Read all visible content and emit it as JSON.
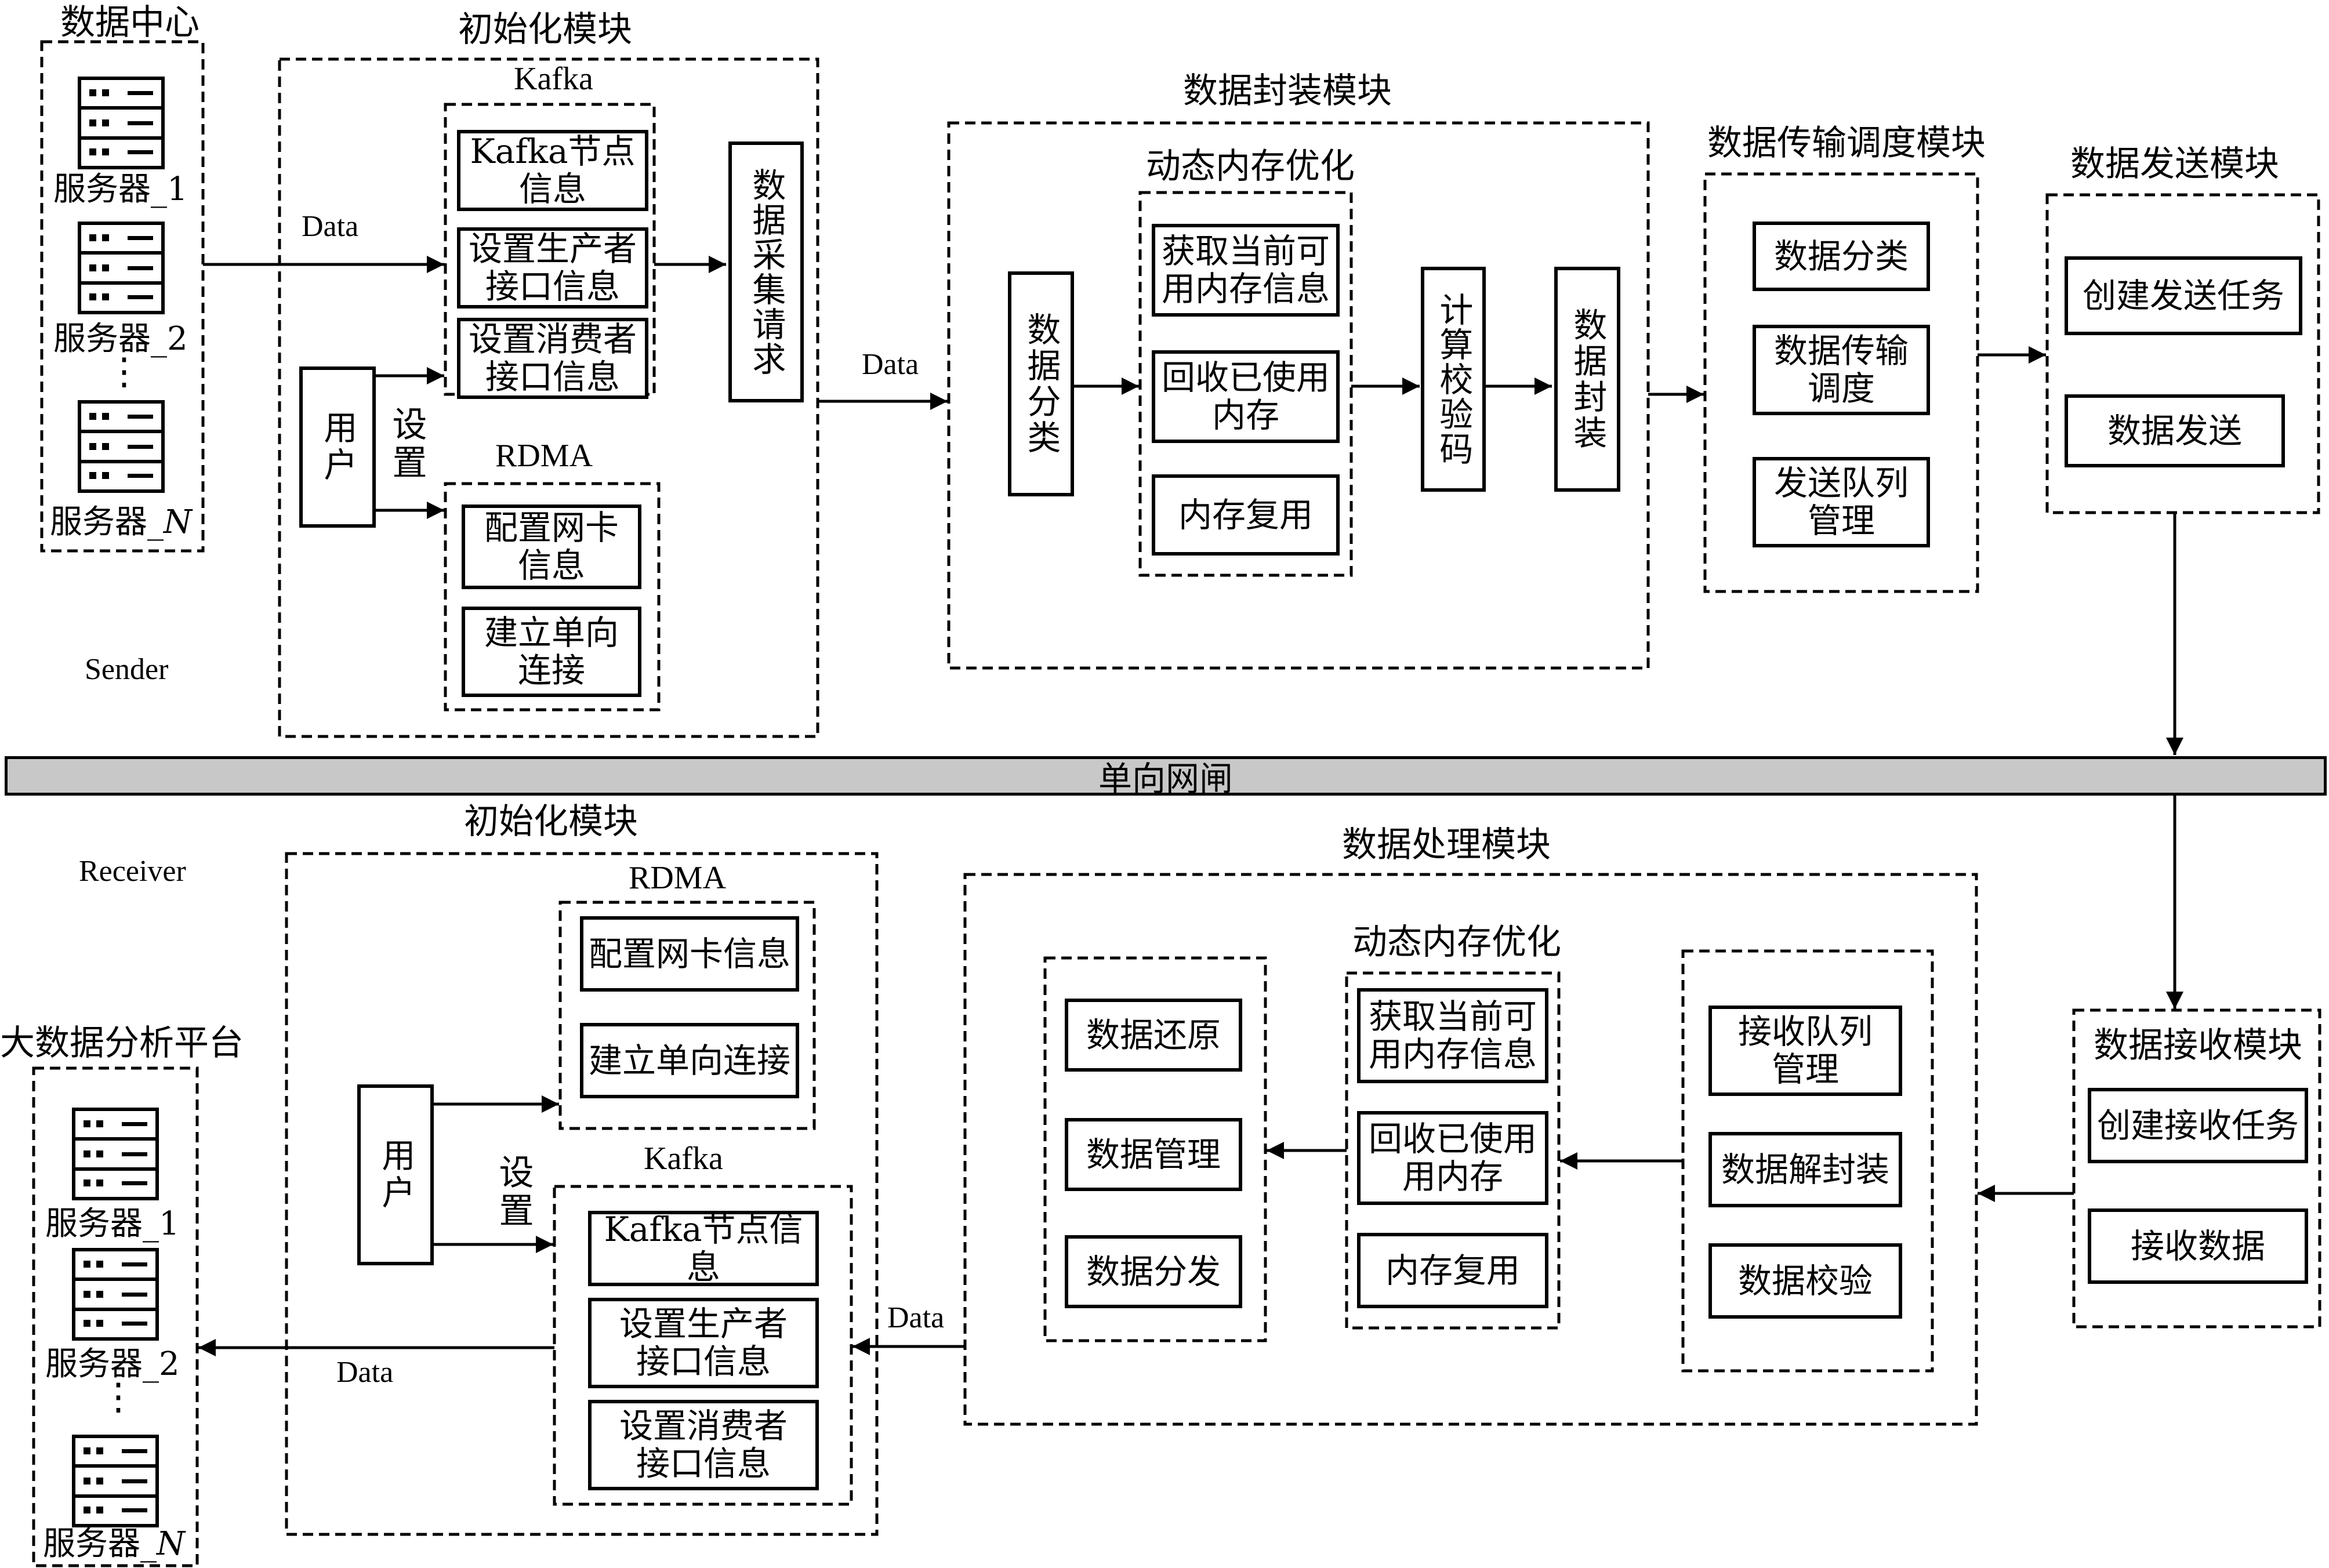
{
  "sender": {
    "label": "Sender",
    "data_center": {
      "title": "数据中心",
      "servers": [
        "服务器_1",
        "服务器_2",
        "服务器_"
      ],
      "server_n_suffix": "N",
      "ellipsis": "⋮"
    },
    "init_module": {
      "title": "初始化模块",
      "kafka": {
        "title": "Kafka",
        "items": [
          "Kafka节点\n信息",
          "设置生产者\n接口信息",
          "设置消费者\n接口信息"
        ]
      },
      "rdma": {
        "title": "RDMA",
        "items": [
          "配置网卡\n信息",
          "建立单向\n连接"
        ]
      },
      "user": "用户",
      "set_label": "设置",
      "collect_request": "数据采集请求"
    },
    "data_label_in": "Data",
    "data_label_out": "Data",
    "encap_module": {
      "title": "数据封装模块",
      "classify": "数据分类",
      "mem_opt": {
        "title": "动态内存优化",
        "items": [
          "获取当前可\n用内存信息",
          "回收已使用\n内存",
          "内存复用"
        ]
      },
      "checksum": "计算校验码",
      "encapsulate": "数据封装"
    },
    "schedule_module": {
      "title": "数据传输调度模块",
      "items": [
        "数据分类",
        "数据传输\n调度",
        "发送队列\n管理"
      ]
    },
    "send_module": {
      "title": "数据发送模块",
      "items": [
        "创建发送任务",
        "数据发送"
      ]
    }
  },
  "gateway": "单向网闸",
  "receiver": {
    "label": "Receiver",
    "platform": {
      "title": "大数据分析平台",
      "servers": [
        "服务器_1",
        "服务器_2",
        "服务器_"
      ],
      "server_n_suffix": "N",
      "ellipsis": "⋮"
    },
    "init_module": {
      "title": "初始化模块",
      "rdma": {
        "title": "RDMA",
        "items": [
          "配置网卡信息",
          "建立单向连接"
        ]
      },
      "kafka": {
        "title": "Kafka",
        "items": [
          "Kafka节点信息",
          "设置生产者\n接口信息",
          "设置消费者\n接口信息"
        ]
      },
      "user": "用户",
      "set_label": "设置"
    },
    "data_label_left": "Data",
    "data_label_in": "Data",
    "process_module": {
      "title": "数据处理模块",
      "output_items": [
        "数据还原",
        "数据管理",
        "数据分发"
      ],
      "mem_opt": {
        "title": "动态内存优化",
        "items": [
          "获取当前可\n用内存信息",
          "回收已使用\n用内存",
          "内存复用"
        ]
      },
      "input_items": [
        "接收队列\n管理",
        "数据解封装",
        "数据校验"
      ]
    },
    "receive_module": {
      "title": "数据接收模块",
      "items": [
        "创建接收任务",
        "接收数据"
      ]
    }
  }
}
